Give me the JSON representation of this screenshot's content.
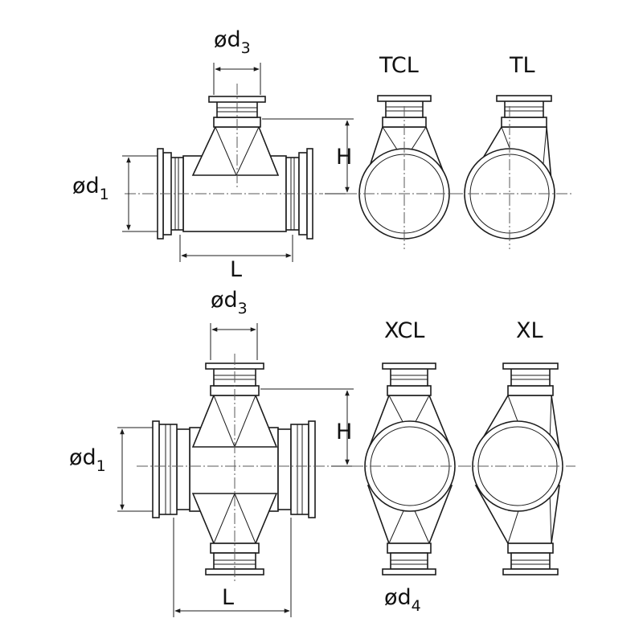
{
  "labels": {
    "d3_top": {
      "prefix": "ød",
      "sub": "3"
    },
    "d1_top": {
      "prefix": "ød",
      "sub": "1"
    },
    "h_top": "H",
    "l_top": "L",
    "tcl": "TCL",
    "tl": "TL",
    "d3_bottom": {
      "prefix": "ød",
      "sub": "3"
    },
    "d1_bottom": {
      "prefix": "ød",
      "sub": "1"
    },
    "h_bottom": "H",
    "l_bottom": "L",
    "xcl": "XCL",
    "xl": "XL",
    "d4": {
      "prefix": "ød",
      "sub": "4"
    }
  },
  "colors": {
    "line": "#1c1c1c",
    "background": "#ffffff"
  }
}
